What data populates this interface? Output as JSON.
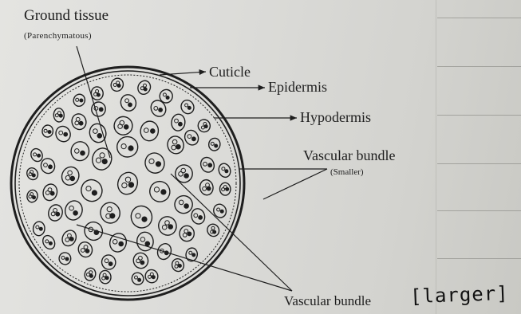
{
  "labels": {
    "ground_tissue": "Ground tissue",
    "ground_tissue_note": "(Parenchymatous)",
    "cuticle": "Cuticle",
    "epidermis": "Epidermis",
    "hypodermis": "Hypodermis",
    "vascular_bundle_small": "Vascular bundle",
    "vascular_bundle_small_note": "(Smaller)",
    "vascular_bundle_large": "Vascular bundle",
    "vascular_bundle_large_note": "[larger]"
  },
  "colors": {
    "ink": "#1e1e1e",
    "paper": "#dcdcd9"
  }
}
